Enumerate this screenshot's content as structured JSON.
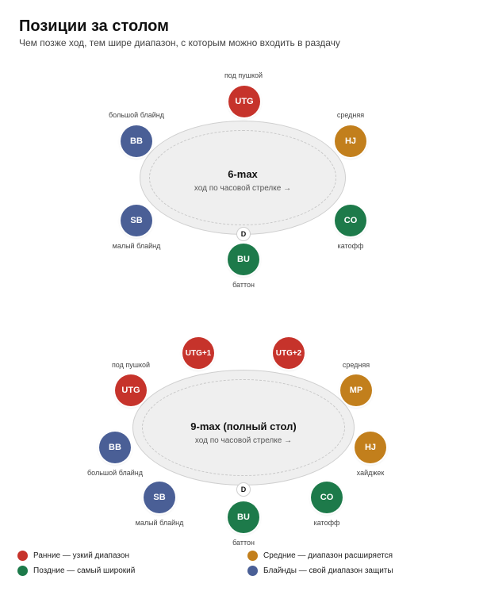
{
  "header": {
    "title": "Позиции за столом",
    "subtitle": "Чем позже ход, тем шире диапазон, с которым можно входить в раздачу"
  },
  "colors": {
    "early": "#c6332b",
    "middle": "#c27f1c",
    "late": "#1d7a4a",
    "blinds": "#4a5f96"
  },
  "table6": {
    "name": "6-max",
    "direction": "ход по часовой стрелке →",
    "dealer": "D",
    "seats": [
      {
        "abbr": "UTG",
        "label": "под пушкой"
      },
      {
        "abbr": "HJ",
        "label": "средняя"
      },
      {
        "abbr": "CO",
        "label": "катофф"
      },
      {
        "abbr": "BU",
        "label": "баттон"
      },
      {
        "abbr": "SB",
        "label": "малый блайнд"
      },
      {
        "abbr": "BB",
        "label": "большой блайнд"
      }
    ]
  },
  "table9": {
    "name": "9-max (полный стол)",
    "direction": "ход по часовой стрелке →",
    "dealer": "D",
    "seats": [
      {
        "abbr": "UTG+1",
        "label": ""
      },
      {
        "abbr": "UTG+2",
        "label": ""
      },
      {
        "abbr": "UTG",
        "label": "под пушкой"
      },
      {
        "abbr": "MP",
        "label": "средняя"
      },
      {
        "abbr": "BB",
        "label": "большой блайнд"
      },
      {
        "abbr": "HJ",
        "label": "хайджек"
      },
      {
        "abbr": "SB",
        "label": "малый блайнд"
      },
      {
        "abbr": "BU",
        "label": "баттон"
      },
      {
        "abbr": "CO",
        "label": "катофф"
      }
    ]
  },
  "legend": {
    "early": "Ранние — узкий диапазон",
    "middle": "Средние — диапазон расширяется",
    "late": "Поздние — самый широкий",
    "blinds": "Блайнды — свой диапазон защиты"
  }
}
